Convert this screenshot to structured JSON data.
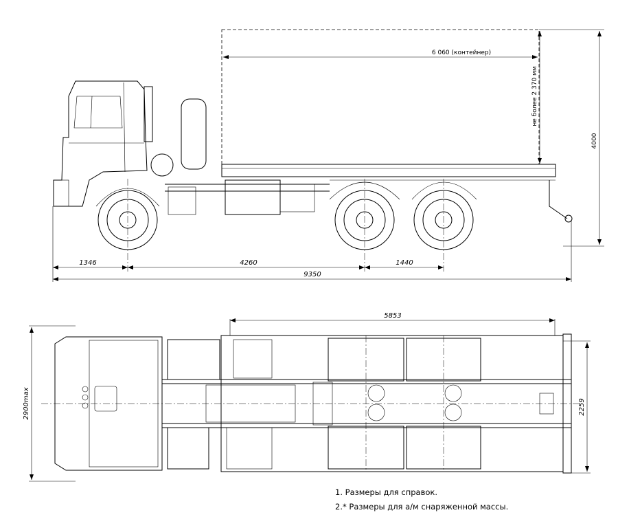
{
  "side_view": {
    "container_length": "6 060 (контейнер)",
    "container_height_note": "не более 2 370 мм",
    "overall_height": "4000",
    "front_overhang": "1346",
    "wheelbase": "4260",
    "bogie_spacing": "1440",
    "overall_length": "9350"
  },
  "top_view": {
    "frame_length": "5853",
    "overall_width": "2900max",
    "track_width": "2259"
  },
  "notes": [
    "1. Размеры для справок.",
    "2.* Размеры для а/м снаряженной массы."
  ]
}
